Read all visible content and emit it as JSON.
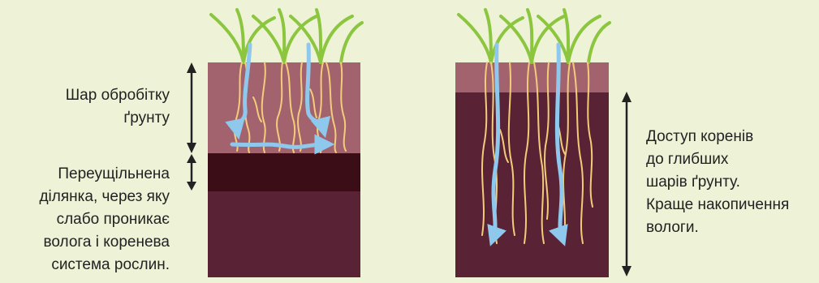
{
  "labels": {
    "tillage_layer": [
      "Шар обробітку",
      "ґрунту"
    ],
    "compacted_zone": [
      "Переущільнена",
      "ділянка, через яку",
      "слабо проникає",
      "волога і коренева",
      "система рослин."
    ],
    "deep_access": [
      "Доступ коренів",
      "до глибших",
      "шарів ґрунту.",
      "Краще накопичення",
      "вологи."
    ]
  },
  "colors": {
    "background": "#eef2d7",
    "topsoil": "#a2636f",
    "compacted": "#3a0d17",
    "subsoil": "#5a2335",
    "grass": "#8cc63f",
    "roots": "#f3cc7a",
    "water": "#8ec8ec",
    "arrow": "#222222"
  }
}
